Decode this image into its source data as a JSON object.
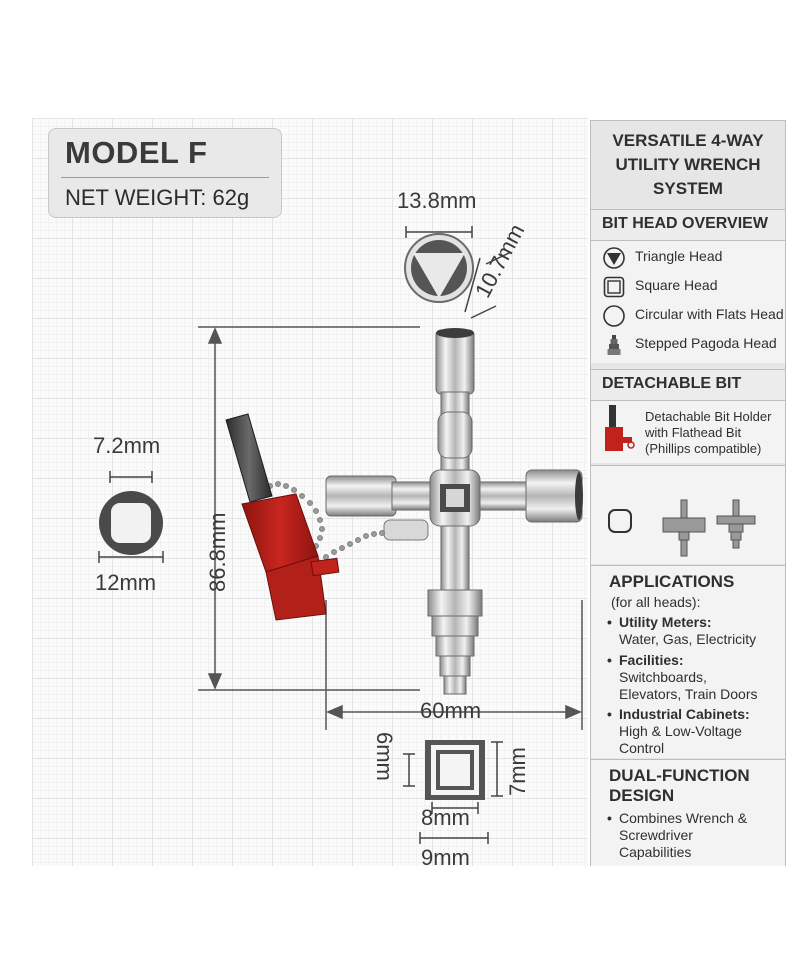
{
  "model": {
    "title": "MODEL F",
    "weight": "NET WEIGHT: 62g"
  },
  "dimensions": {
    "triangle_width": "13.8mm",
    "triangle_side": "10.7mm",
    "circ_inner": "7.2mm",
    "circ_outer": "12mm",
    "height": "86.8mm",
    "width": "60mm",
    "sq_inner_h": "6mm",
    "sq_outer_h": "7mm",
    "sq_inner_w": "8mm",
    "sq_outer_w": "9mm"
  },
  "panel": {
    "title_lines": [
      "VERSATILE 4-WAY",
      "UTILITY WRENCH",
      "SYSTEM"
    ],
    "bit_overview": {
      "heading": "BIT HEAD OVERVIEW",
      "items": [
        {
          "icon": "triangle-icon",
          "label": "Triangle Head"
        },
        {
          "icon": "square-icon",
          "label": "Square Head"
        },
        {
          "icon": "circle-icon",
          "label": "Circular with Flats Head"
        },
        {
          "icon": "pagoda-icon",
          "label": "Stepped Pagoda Head"
        }
      ]
    },
    "detachable": {
      "heading": "DETACHABLE BIT",
      "lines": [
        "Detachable Bit Holder",
        "with Flathead Bit",
        "(Phillips compatible)"
      ]
    },
    "applications": {
      "heading": "APPLICATIONS",
      "sub": "(for all heads):",
      "items": [
        {
          "title": "Utility Meters:",
          "lines": [
            "Water, Gas, Electricity"
          ]
        },
        {
          "title": "Facilities:",
          "lines": [
            "Switchboards,",
            "Elevators, Train Doors"
          ]
        },
        {
          "title": "Industrial Cabinets:",
          "lines": [
            "High & Low-Voltage",
            "Control"
          ]
        }
      ]
    },
    "dual": {
      "heading_lines": [
        "DUAL-FUNCTION",
        "DESIGN"
      ],
      "lines": [
        "Combines Wrench &",
        "Screwdriver",
        "Capabilities"
      ]
    }
  },
  "colors": {
    "accent_red": "#c0221c",
    "panel_bg": "#e6e6e6",
    "text": "#2f2f2f"
  }
}
